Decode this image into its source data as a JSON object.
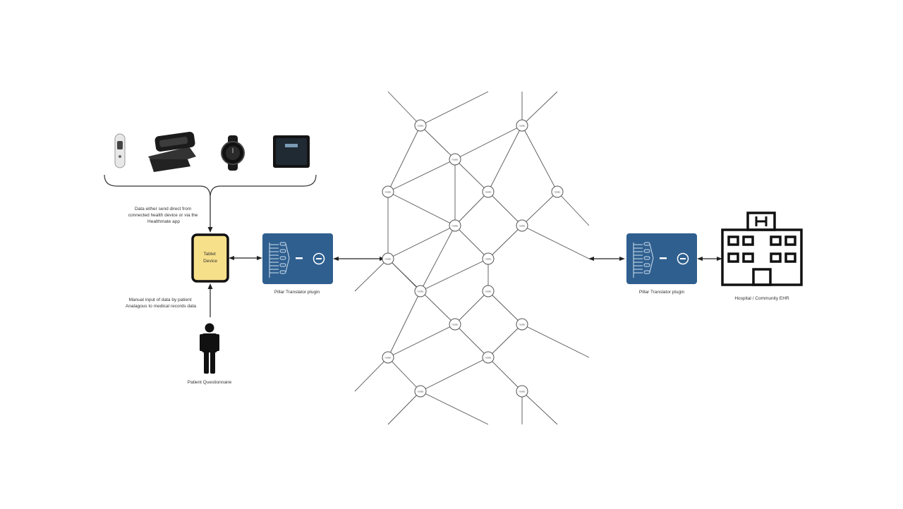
{
  "devices_caption": [
    "Data either send direct from",
    "connected health device or via the",
    "Healthmate app"
  ],
  "tablet_label": [
    "Tablet",
    "Device"
  ],
  "manual_caption": [
    "Manual input of data by patient",
    "Analagous to medical records data"
  ],
  "patient_label": "Patient Questionnaire",
  "plugin_left_label": "Pillar Translator plugin",
  "plugin_right_label": "Pillar Translator plugin",
  "hospital_label": "Hospital / Community EHR",
  "node_label": "node",
  "device_icons": [
    "thermometer-icon",
    "blood-pressure-monitor-icon",
    "smartwatch-icon",
    "smart-scale-icon"
  ],
  "colors": {
    "plugin": "#2f5f8f",
    "tablet_fill": "#f7e08a",
    "ink": "#111111",
    "network": "#555555"
  }
}
